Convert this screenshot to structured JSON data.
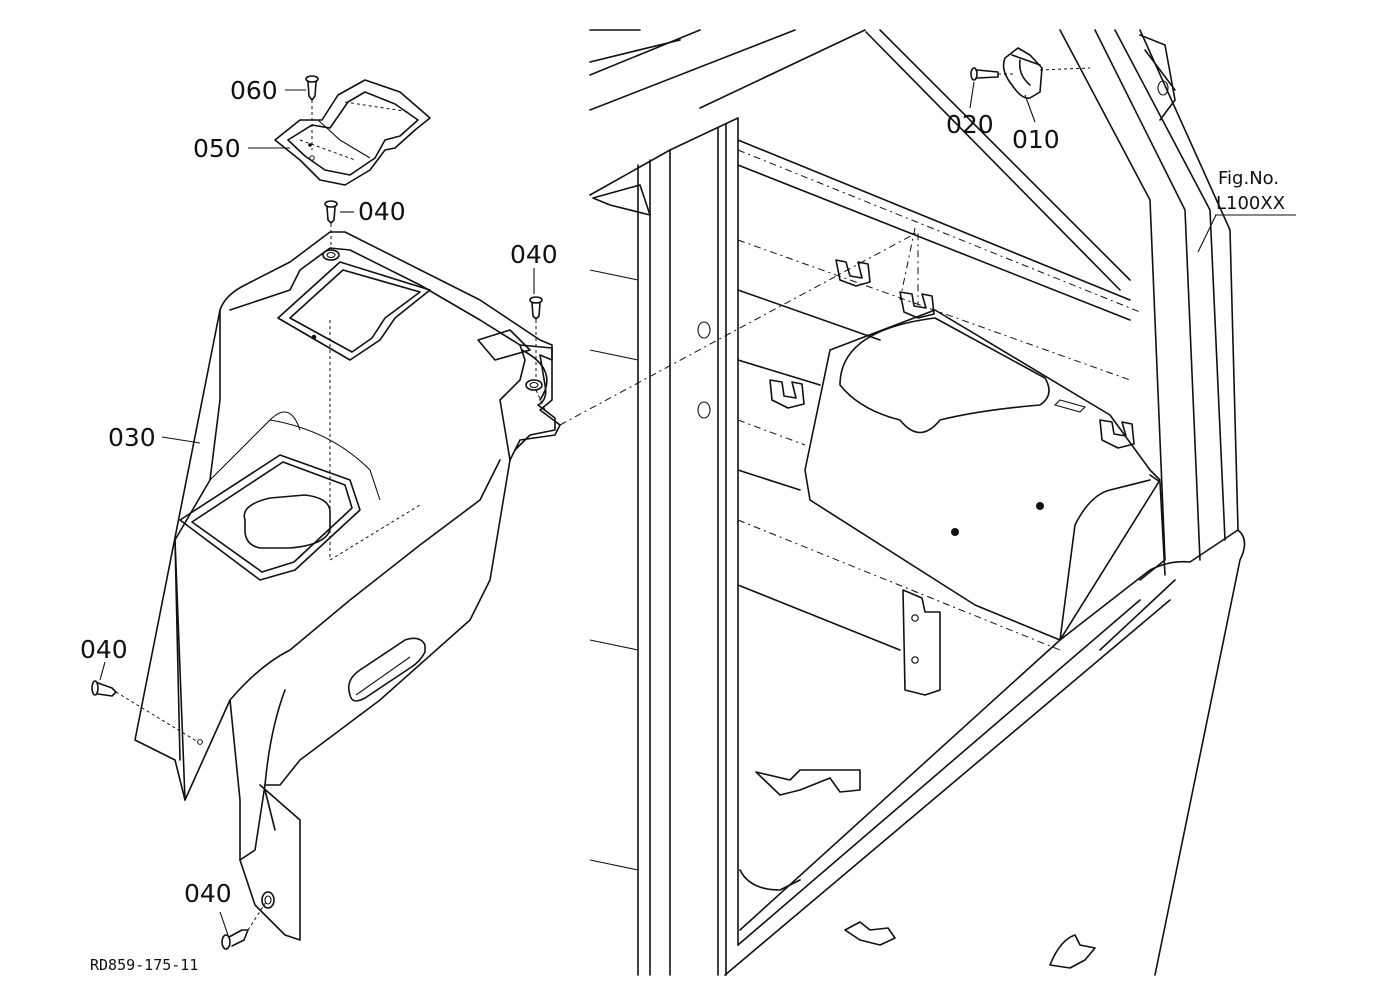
{
  "callouts": {
    "c060": "060",
    "c050": "050",
    "c040_top": "040",
    "c040_right": "040",
    "c030": "030",
    "c040_left": "040",
    "c040_bottom": "040",
    "c020": "020",
    "c010": "010"
  },
  "figure": {
    "label": "Fig.No.",
    "number": "L100XX"
  },
  "drawing_code": "RD859-175-11"
}
